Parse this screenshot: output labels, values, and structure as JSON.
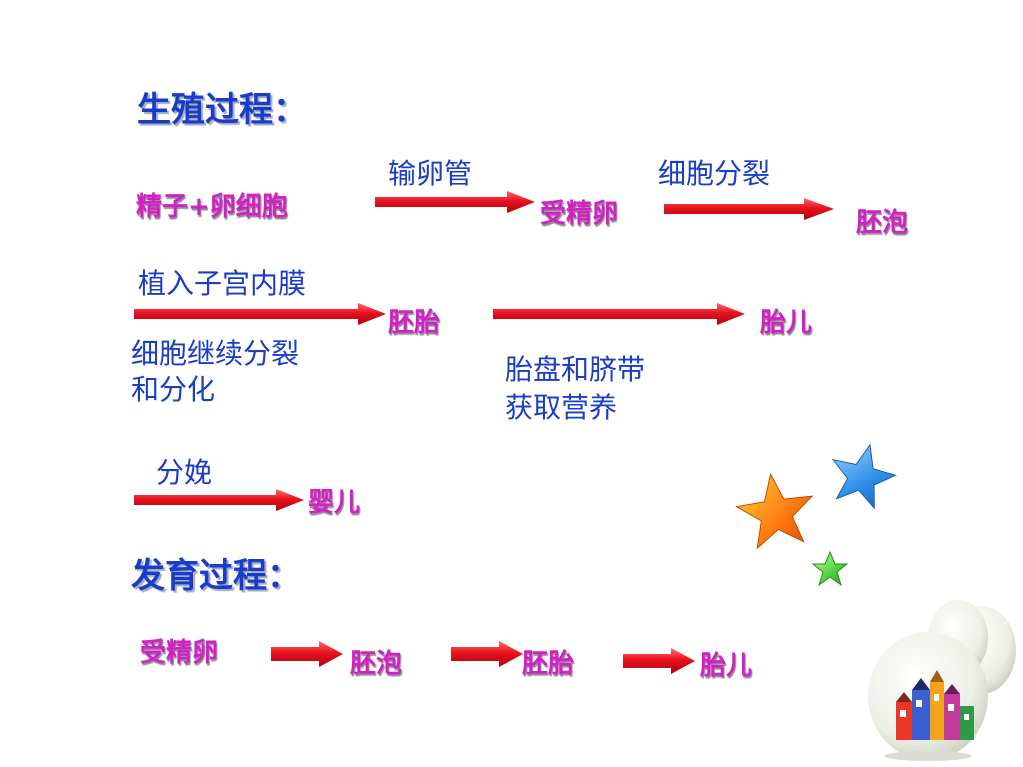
{
  "reproduction": {
    "heading": "生殖过程：",
    "stages": {
      "sperm_egg": "精子+卵细胞",
      "zygote": "受精卵",
      "blastocyst": "胚泡",
      "embryo": "胚胎",
      "fetus": "胎儿",
      "baby": "婴儿"
    },
    "notes": {
      "oviduct": "输卵管",
      "cell_division": "细胞分裂",
      "implant": "植入子宫内膜",
      "continue_line1": "细胞继续分裂",
      "continue_line2": "和分化",
      "placenta_line1": "胎盘和脐带",
      "placenta_line2": "获取营养",
      "delivery": "分娩"
    }
  },
  "development": {
    "heading": "发育过程：",
    "stages": {
      "zygote": "受精卵",
      "blastocyst": "胚泡",
      "embryo": "胚胎",
      "fetus": "胎儿"
    }
  },
  "colors": {
    "heading": "#1a3cc8",
    "stage": "#d41fc8",
    "note": "#1a3cc8",
    "arrow": "#e8121e"
  },
  "icons": [
    "star-orange-icon",
    "star-blue-icon",
    "star-green-icon",
    "easter-eggs-icon"
  ]
}
